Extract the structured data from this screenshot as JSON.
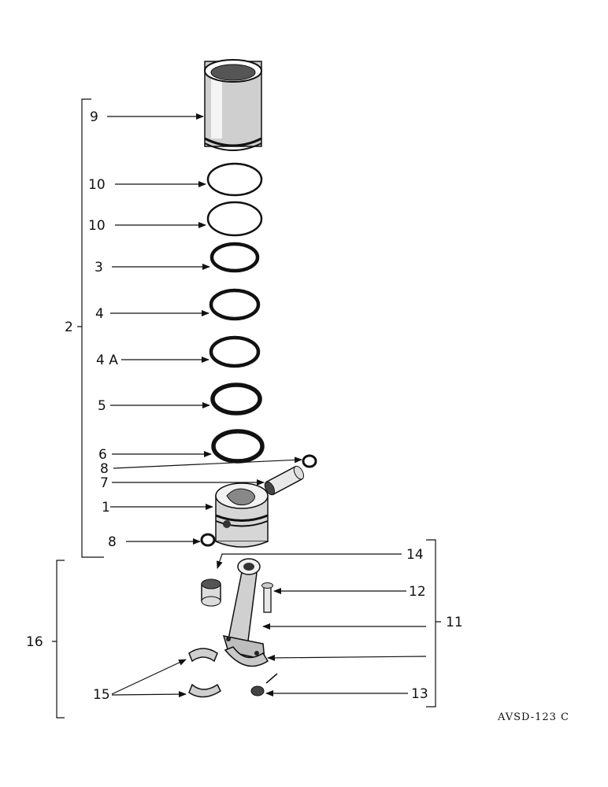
{
  "callouts": {
    "c9": "9",
    "c10a": "10",
    "c10b": "10",
    "c3": "3",
    "c4": "4",
    "c4a": "4 A",
    "c5": "5",
    "c6": "6",
    "c8a": "8",
    "c7": "7",
    "c1": "1",
    "c8b": "8",
    "c2": "2",
    "c14": "14",
    "c12": "12",
    "c11": "11",
    "c16": "16",
    "c15": "15",
    "c13": "13"
  },
  "drawing_code": "AVSD-123 C"
}
